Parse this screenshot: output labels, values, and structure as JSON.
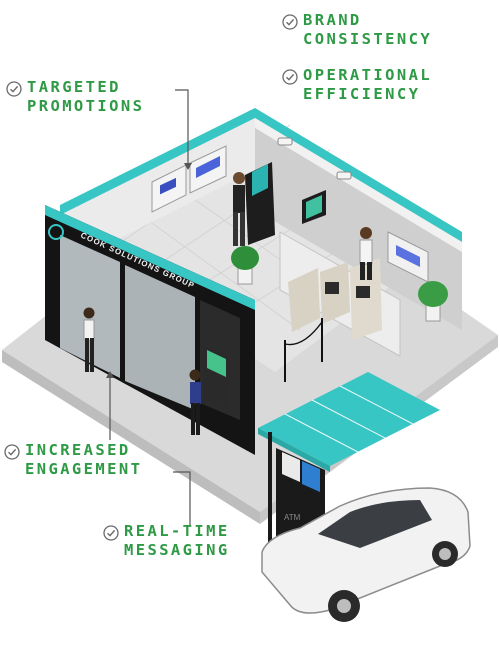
{
  "colors": {
    "label_green": "#2e9a45",
    "teal": "#37c6c4",
    "wall_black": "#161616",
    "floor": "#d7d7d7"
  },
  "callouts": {
    "brand_consistency": {
      "line1": "BRAND",
      "line2": "CONSISTENCY",
      "icon": "check-circle-icon"
    },
    "operational_efficiency": {
      "line1": "OPERATIONAL",
      "line2": "EFFICIENCY",
      "icon": "check-circle-icon"
    },
    "targeted_promotions": {
      "line1": "TARGETED",
      "line2": "PROMOTIONS",
      "icon": "check-circle-icon"
    },
    "increased_engagement": {
      "line1": "INCREASED",
      "line2": "ENGAGEMENT",
      "icon": "check-circle-icon"
    },
    "real_time_messaging": {
      "line1": "REAL-TIME",
      "line2": "MESSAGING",
      "icon": "check-circle-icon"
    }
  },
  "signage": {
    "storefront_sign": "COOK SOLUTIONS GROUP",
    "atm_label": "ATM"
  }
}
